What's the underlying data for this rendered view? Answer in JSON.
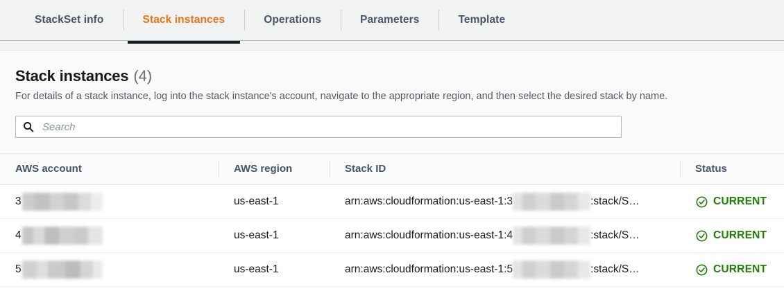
{
  "tabs": [
    {
      "label": "StackSet info",
      "active": false
    },
    {
      "label": "Stack instances",
      "active": true
    },
    {
      "label": "Operations",
      "active": false
    },
    {
      "label": "Parameters",
      "active": false
    },
    {
      "label": "Template",
      "active": false
    }
  ],
  "panel": {
    "title": "Stack instances",
    "count": "(4)",
    "description": "For details of a stack instance, log into the stack instance's account, navigate to the appropriate region, and then select the desired stack by name."
  },
  "search": {
    "placeholder": "Search",
    "value": "",
    "icon": "search-icon"
  },
  "table": {
    "columns": [
      {
        "key": "account",
        "label": "AWS account"
      },
      {
        "key": "region",
        "label": "AWS region"
      },
      {
        "key": "stack_id",
        "label": "Stack ID"
      },
      {
        "key": "status",
        "label": "Status"
      }
    ],
    "rows": [
      {
        "account_prefix": "3",
        "account_redacted": true,
        "region": "us-east-1",
        "stack_id_prefix": "arn:aws:cloudformation:us-east-1:3",
        "stack_id_redacted": true,
        "stack_id_suffix": ":stack/S…",
        "status": "CURRENT",
        "status_icon": "check-circle-icon"
      },
      {
        "account_prefix": "4",
        "account_redacted": true,
        "region": "us-east-1",
        "stack_id_prefix": "arn:aws:cloudformation:us-east-1:4",
        "stack_id_redacted": true,
        "stack_id_suffix": ":stack/S…",
        "status": "CURRENT",
        "status_icon": "check-circle-icon"
      },
      {
        "account_prefix": "5",
        "account_redacted": true,
        "region": "us-east-1",
        "stack_id_prefix": "arn:aws:cloudformation:us-east-1:5",
        "stack_id_redacted": true,
        "stack_id_suffix": ":stack/S…",
        "status": "CURRENT",
        "status_icon": "check-circle-icon"
      }
    ]
  },
  "colors": {
    "active_tab": "#ec7211",
    "active_tab_underline": "#16191f",
    "status_green": "#1d8102",
    "heading": "#16191f",
    "muted_text": "#545b64",
    "tab_strip_bg": "#f1f3f3"
  }
}
